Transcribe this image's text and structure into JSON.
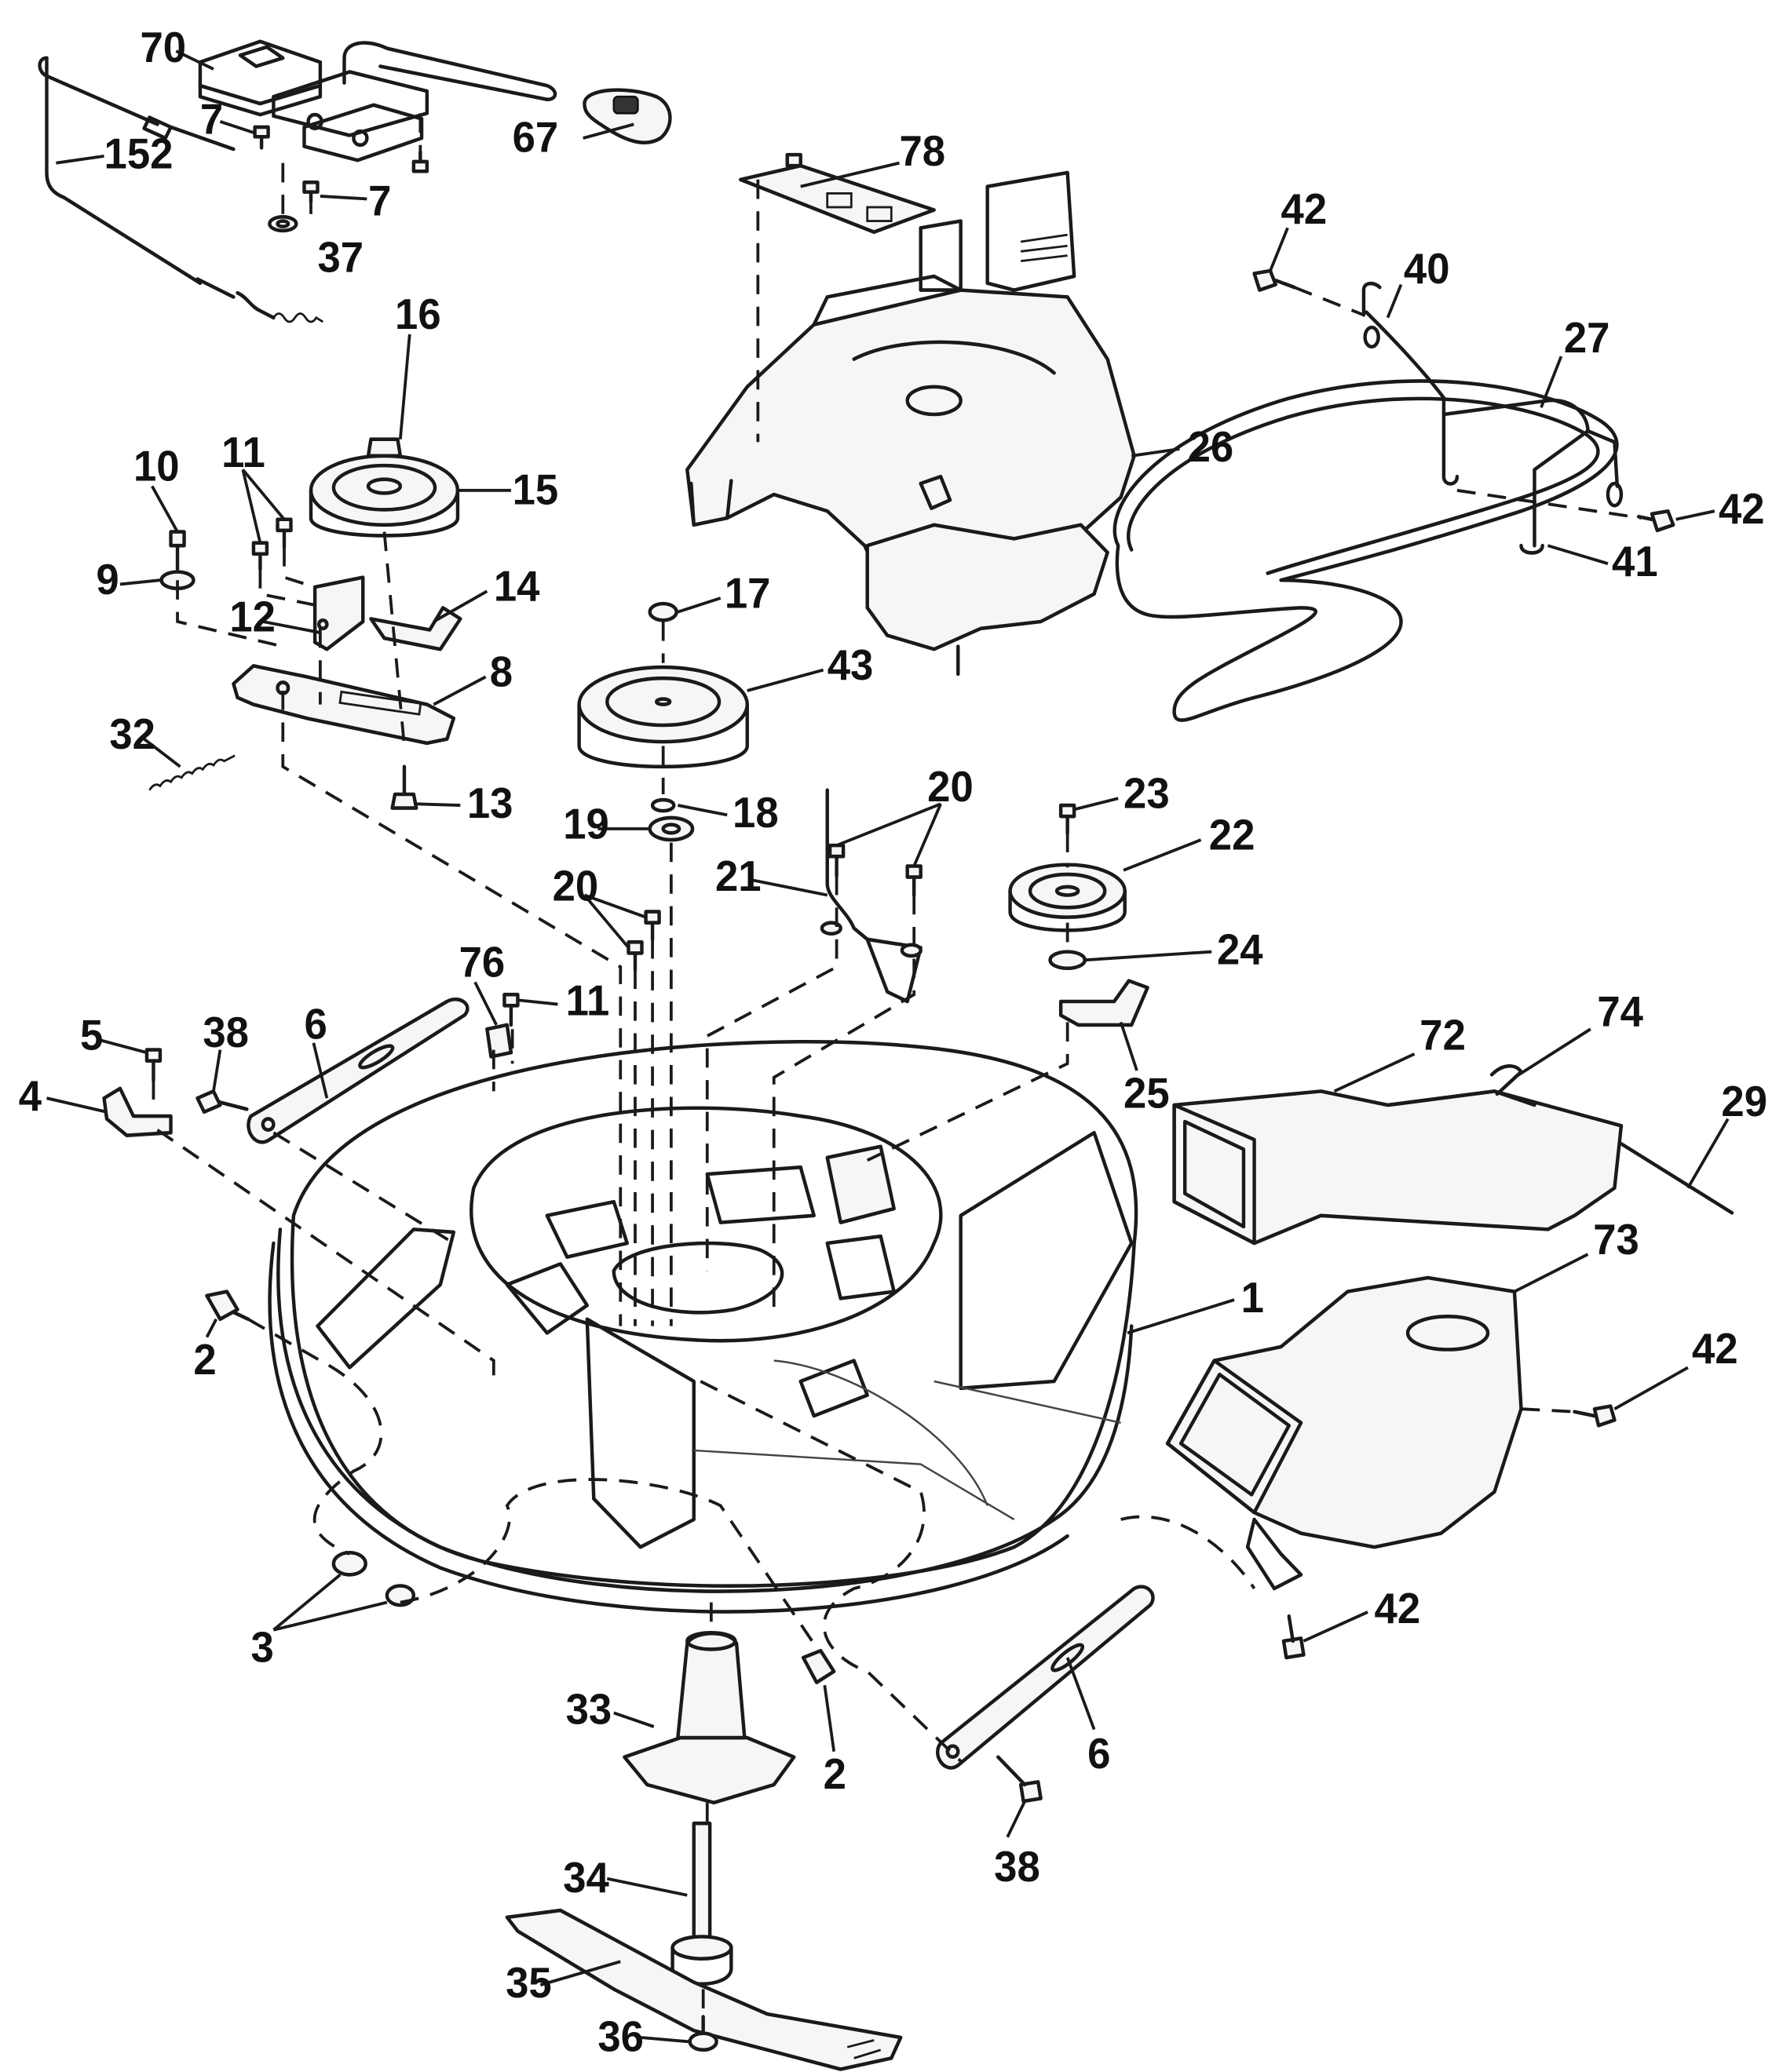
{
  "callouts": [
    {
      "id": "c70",
      "text": "70"
    },
    {
      "id": "c7a",
      "text": "7"
    },
    {
      "id": "c7b",
      "text": "7"
    },
    {
      "id": "c152",
      "text": "152"
    },
    {
      "id": "c37",
      "text": "37"
    },
    {
      "id": "c67",
      "text": "67"
    },
    {
      "id": "c78",
      "text": "78"
    },
    {
      "id": "c42a",
      "text": "42"
    },
    {
      "id": "c40",
      "text": "40"
    },
    {
      "id": "c27",
      "text": "27"
    },
    {
      "id": "c42b",
      "text": "42"
    },
    {
      "id": "c41",
      "text": "41"
    },
    {
      "id": "c26",
      "text": "26"
    },
    {
      "id": "c16",
      "text": "16"
    },
    {
      "id": "c15",
      "text": "15"
    },
    {
      "id": "c10",
      "text": "10"
    },
    {
      "id": "c11a",
      "text": "11"
    },
    {
      "id": "c9",
      "text": "9"
    },
    {
      "id": "c12",
      "text": "12"
    },
    {
      "id": "c14",
      "text": "14"
    },
    {
      "id": "c8",
      "text": "8"
    },
    {
      "id": "c32",
      "text": "32"
    },
    {
      "id": "c13",
      "text": "13"
    },
    {
      "id": "c17",
      "text": "17"
    },
    {
      "id": "c43",
      "text": "43"
    },
    {
      "id": "c18",
      "text": "18"
    },
    {
      "id": "c19",
      "text": "19"
    },
    {
      "id": "c20a",
      "text": "20"
    },
    {
      "id": "c21",
      "text": "21"
    },
    {
      "id": "c23",
      "text": "23"
    },
    {
      "id": "c22",
      "text": "22"
    },
    {
      "id": "c24",
      "text": "24"
    },
    {
      "id": "c20b",
      "text": "20"
    },
    {
      "id": "c76",
      "text": "76"
    },
    {
      "id": "c11b",
      "text": "11"
    },
    {
      "id": "c5",
      "text": "5"
    },
    {
      "id": "c38a",
      "text": "38"
    },
    {
      "id": "c6a",
      "text": "6"
    },
    {
      "id": "c4",
      "text": "4"
    },
    {
      "id": "c25",
      "text": "25"
    },
    {
      "id": "c72",
      "text": "72"
    },
    {
      "id": "c74",
      "text": "74"
    },
    {
      "id": "c29",
      "text": "29"
    },
    {
      "id": "c1",
      "text": "1"
    },
    {
      "id": "c73",
      "text": "73"
    },
    {
      "id": "c42c",
      "text": "42"
    },
    {
      "id": "c2a",
      "text": "2"
    },
    {
      "id": "c3",
      "text": "3"
    },
    {
      "id": "c42d",
      "text": "42"
    },
    {
      "id": "c33",
      "text": "33"
    },
    {
      "id": "c2b",
      "text": "2"
    },
    {
      "id": "c6b",
      "text": "6"
    },
    {
      "id": "c38b",
      "text": "38"
    },
    {
      "id": "c34",
      "text": "34"
    },
    {
      "id": "c35",
      "text": "35"
    },
    {
      "id": "c36",
      "text": "36"
    }
  ]
}
